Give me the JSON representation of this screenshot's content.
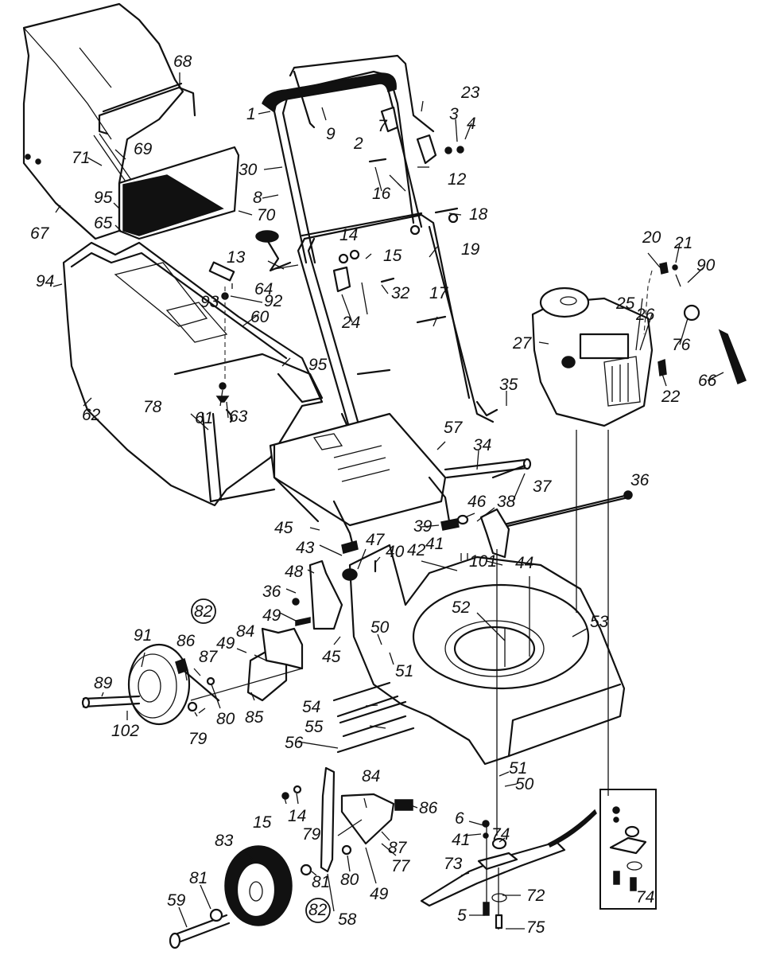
{
  "diagram": {
    "title": "Lawn mower exploded parts view",
    "callouts": {
      "c1": "1",
      "c2": "2",
      "c3": "3",
      "c4": "4",
      "c5": "5",
      "c6": "6",
      "c7": "7",
      "c8": "8",
      "c9": "9",
      "c12": "12",
      "c13": "13",
      "c14a": "14",
      "c14b": "14",
      "c15a": "15",
      "c15b": "15",
      "c16": "16",
      "c17": "17",
      "c18": "18",
      "c19": "19",
      "c20": "20",
      "c21": "21",
      "c22": "22",
      "c23": "23",
      "c24": "24",
      "c25": "25",
      "c26": "26",
      "c27": "27",
      "c30": "30",
      "c32": "32",
      "c34": "34",
      "c35": "35",
      "c36a": "36",
      "c36b": "36",
      "c37": "37",
      "c38": "38",
      "c39": "39",
      "c40": "40",
      "c41a": "41",
      "c41b": "41",
      "c42": "42",
      "c43": "43",
      "c44": "44",
      "c45a": "45",
      "c45b": "45",
      "c46": "46",
      "c47": "47",
      "c48": "48",
      "c49a": "49",
      "c49b": "49",
      "c49c": "49",
      "c50a": "50",
      "c50b": "50",
      "c51a": "51",
      "c51b": "51",
      "c52": "52",
      "c53": "53",
      "c54": "54",
      "c55": "55",
      "c56": "56",
      "c57": "57",
      "c58": "58",
      "c59": "59",
      "c60": "60",
      "c61": "61",
      "c62": "62",
      "c63": "63",
      "c64": "64",
      "c65": "65",
      "c66": "66",
      "c67": "67",
      "c68": "68",
      "c69": "69",
      "c70": "70",
      "c71": "71",
      "c72": "72",
      "c73": "73",
      "c74a": "74",
      "c74b": "74",
      "c75": "75",
      "c76": "76",
      "c77": "77",
      "c78": "78",
      "c79a": "79",
      "c79b": "79",
      "c80a": "80",
      "c80b": "80",
      "c81a": "81",
      "c81b": "81",
      "c82a": "82",
      "c82b": "82",
      "c83": "83",
      "c84a": "84",
      "c84b": "84",
      "c85": "85",
      "c86a": "86",
      "c86b": "86",
      "c87a": "87",
      "c87b": "87",
      "c89": "89",
      "c90": "90",
      "c91": "91",
      "c92": "92",
      "c93": "93",
      "c94": "94",
      "c95a": "95",
      "c95b": "95",
      "c101": "101",
      "c102": "102"
    },
    "circled_reference": "82",
    "inset_detail_reference": "74"
  }
}
